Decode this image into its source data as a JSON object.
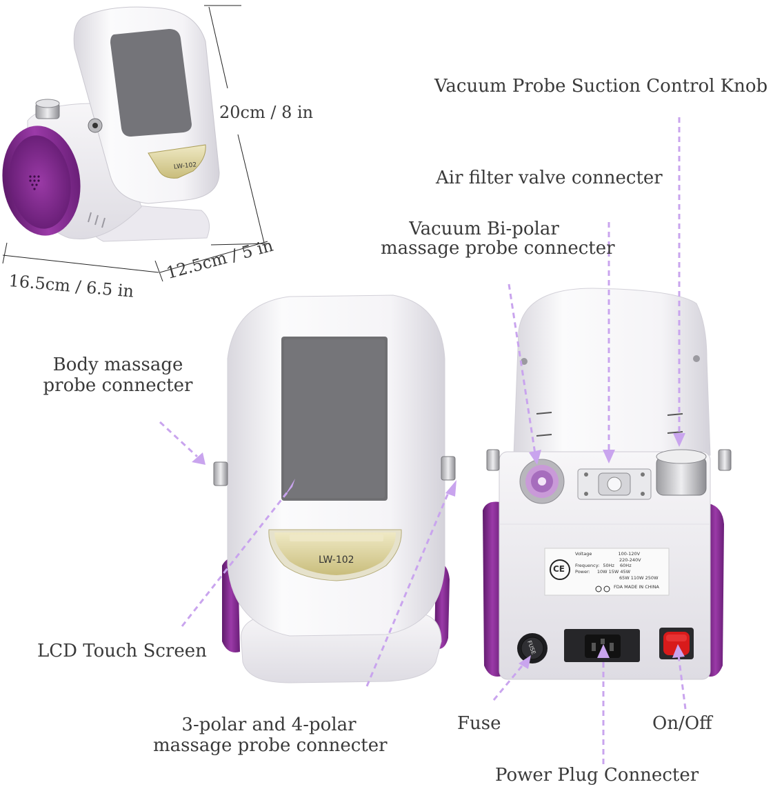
{
  "dimensions": {
    "height": "20cm / 8 in",
    "width": "16.5cm / 6.5 in",
    "depth": "12.5cm / 5 in"
  },
  "device": {
    "model_badge": "LW-102"
  },
  "callouts": {
    "vacuum_knob": "Vacuum Probe Suction Control Knob",
    "air_filter": "Air filter valve connecter",
    "bipolar_line1": "Vacuum Bi-polar",
    "bipolar_line2": "massage probe connecter",
    "body_probe_line1": "Body massage",
    "body_probe_line2": "probe connecter",
    "lcd": "LCD Touch Screen",
    "polar_line1": "3-polar and 4-polar",
    "polar_line2": "massage probe connecter",
    "fuse": "Fuse",
    "on_off": "On/Off",
    "power_plug": "Power Plug Connecter"
  },
  "rating_label": {
    "voltage_key": "Voltage",
    "voltage_a": "100-120V",
    "voltage_b": "220-240V",
    "frequency_key": "Frequency:",
    "freq_a": "50Hz",
    "freq_b": "60Hz",
    "power_key": "Power:",
    "power_row1": "10W  15W  45W",
    "power_row2": "65W  110W  250W",
    "footer": "FDA MADE IN CHINA",
    "ce": "CE",
    "fuse_cap": "FUSE"
  },
  "colors": {
    "accent_purple": "#7a2a86",
    "arrow_purple": "#c9a4ee",
    "shell_white": "#f4f3f6",
    "screen_gray": "#6f6f72",
    "badge_gold": "#d8cf9a"
  }
}
